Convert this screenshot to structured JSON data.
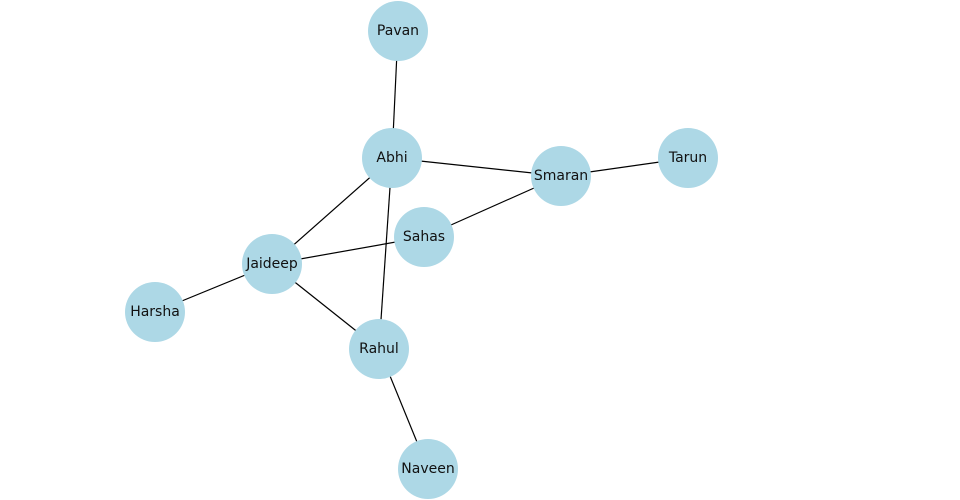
{
  "graph": {
    "node_color": "#add8e6",
    "edge_color": "#000000",
    "nodes": [
      {
        "id": "Pavan",
        "label": "Pavan"
      },
      {
        "id": "Abhi",
        "label": "Abhi"
      },
      {
        "id": "Smaran",
        "label": "Smaran"
      },
      {
        "id": "Tarun",
        "label": "Tarun"
      },
      {
        "id": "Sahas",
        "label": "Sahas"
      },
      {
        "id": "Jaideep",
        "label": "Jaideep"
      },
      {
        "id": "Harsha",
        "label": "Harsha"
      },
      {
        "id": "Rahul",
        "label": "Rahul"
      },
      {
        "id": "Naveen",
        "label": "Naveen"
      }
    ],
    "edges": [
      [
        "Pavan",
        "Abhi"
      ],
      [
        "Abhi",
        "Smaran"
      ],
      [
        "Smaran",
        "Tarun"
      ],
      [
        "Smaran",
        "Sahas"
      ],
      [
        "Sahas",
        "Jaideep"
      ],
      [
        "Abhi",
        "Jaideep"
      ],
      [
        "Abhi",
        "Rahul"
      ],
      [
        "Jaideep",
        "Harsha"
      ],
      [
        "Jaideep",
        "Rahul"
      ],
      [
        "Rahul",
        "Naveen"
      ]
    ]
  }
}
